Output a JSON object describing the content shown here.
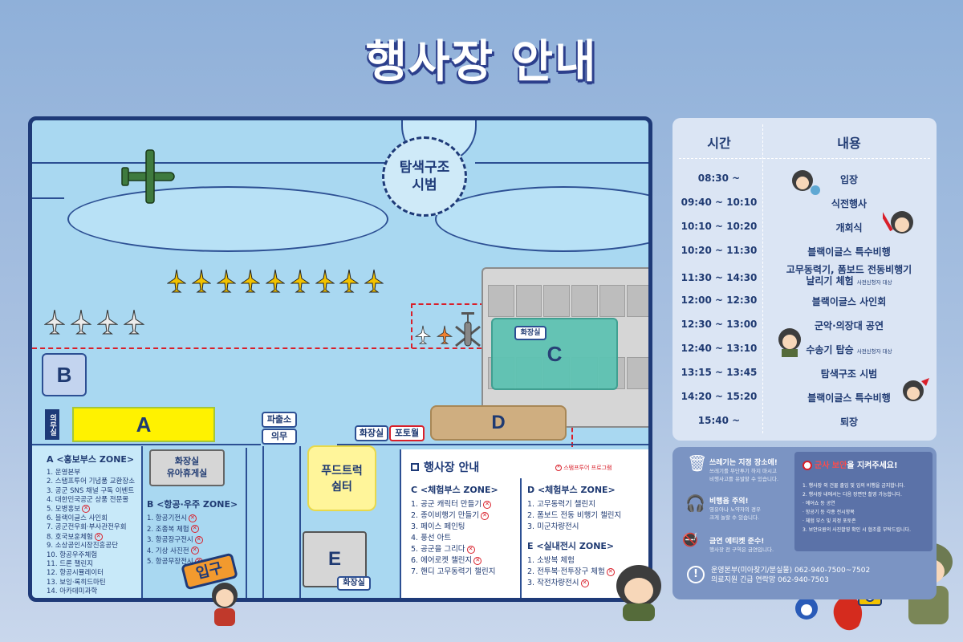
{
  "title": "행사장 안내",
  "map": {
    "search_rescue": [
      "탐색구조",
      "시범"
    ],
    "zone_a": "A",
    "zone_b": "B",
    "zone_c": "C",
    "zone_d": "D",
    "zone_e": "E",
    "jeomgeomsil": "의무실",
    "pachulso": "파출소",
    "uimu": "의무",
    "restroom_c": "화장실",
    "restroom_d": "화장실",
    "photowall": "포토월",
    "restroom_e": "화장실",
    "nursing": [
      "화장실",
      "유아휴게실"
    ],
    "foodtruck": [
      "푸드트럭",
      "쉼터"
    ],
    "entrance": "입구",
    "zone_a_title": "A <홍보부스 ZONE>",
    "zone_a_items": [
      "1. 운영본부",
      "2. 스탬프투어 기념품 교환장소",
      "3. 공군 SNS 채널 구독 이벤트",
      "4. 대한민국공군 상품 전문몰",
      "5. 모병홍보",
      "6. 블랙이글스 사인회",
      "7. 공군전우회·부사관전우회",
      "8. 호국보훈체험",
      "9. 소상공인시장진흥공단",
      "10. 항공우주체험",
      "11. 드론 챌린지",
      "12. 항공시뮬레이터",
      "13. 보잉·록히드마틴",
      "14. 아카데미과학"
    ],
    "zone_b_title": "B <항공·우주 ZONE>",
    "zone_b_items": [
      "1. 항공기전시",
      "2. 조종복 체험",
      "3. 항공장구전시",
      "4. 기상 사진전",
      "5. 항공무장전시"
    ],
    "guide_title": "행사장 안내",
    "stamp_note": "스탬프투어 프로그램",
    "zone_c_title": "C <체험부스 ZONE>",
    "zone_c_items": [
      "1. 공군 캐릭터 만들기",
      "2. 종이비행기 만들기",
      "3. 페이스 페인팅",
      "4. 풍선 아트",
      "5. 공군을 그리다",
      "6. 에어로켓 챌린지",
      "7. 핸디 고무동력기 챌린지"
    ],
    "zone_d_title": "D <체험부스 ZONE>",
    "zone_d_items": [
      "1. 고무동력기 챌린지",
      "2. 폼보드 전동 비행기 챌린지",
      "3. 미군차량전시"
    ],
    "zone_e_title": "E <실내전시 ZONE>",
    "zone_e_items": [
      "1. 소방복 체험",
      "2. 전투복·전투장구 체험",
      "3. 작전차량전시"
    ]
  },
  "schedule": {
    "time_header": "시간",
    "content_header": "내용",
    "rows": [
      {
        "time": "08:30 ~",
        "content": "입장",
        "note": ""
      },
      {
        "time": "09:40 ~ 10:10",
        "content": "식전행사",
        "note": ""
      },
      {
        "time": "10:10 ~ 10:20",
        "content": "개회식",
        "note": ""
      },
      {
        "time": "10:20 ~ 11:30",
        "content": "블랙이글스 특수비행",
        "note": ""
      },
      {
        "time": "11:30 ~ 14:30",
        "content": "고무동력기, 폼보드 전동비행기 날리기 체험",
        "note": "사전신청자 대상"
      },
      {
        "time": "12:00 ~ 12:30",
        "content": "블랙이글스 사인회",
        "note": ""
      },
      {
        "time": "12:30 ~ 13:00",
        "content": "군악·의장대 공연",
        "note": ""
      },
      {
        "time": "12:40 ~ 13:10",
        "content": "수송기 탑승",
        "note": "사전신청자 대상"
      },
      {
        "time": "13:15 ~ 13:45",
        "content": "탐색구조 시범",
        "note": ""
      },
      {
        "time": "14:20 ~ 15:20",
        "content": "블랙이글스 특수비행",
        "note": ""
      },
      {
        "time": "15:40 ~",
        "content": "퇴장",
        "note": ""
      }
    ]
  },
  "info": {
    "trash_head": "쓰레기는 지정 장소에!",
    "trash_sub": [
      "쓰레기를 무단투기 하지 마시고",
      "비행사고를 유발할 수 있습니다."
    ],
    "noise_head": "비행음 주의!",
    "noise_sub": [
      "영유아나 노약자의 경우",
      "크게 놀랄 수 있습니다."
    ],
    "smoke_head": "금연 에티켓 준수!",
    "smoke_sub": [
      "행사장 전 구역은 금연입니다."
    ],
    "security_title_pre": "군사 보안",
    "security_title_post": "을 지켜주세요!",
    "security_lines": [
      "1. 행사장 외 건물 출입 및 임의 비행을 금지합니다.",
      "2. 행사장 내에서는 다음 장면만 촬영 가능합니다.",
      "· 에어쇼 등 공연",
      "· 항공기 등 각종 전시항목",
      "· 체험 부스 및 지정 포토존",
      "3. 보안요원의 사진촬영 확인 시 협조를 부탁드립니다."
    ],
    "contact_line1": "운영본부(미아찾기/분실물) 062-940-7500~7502",
    "contact_line2": "의료지원 긴급 연락망 062-940-7503"
  },
  "colors": {
    "navy": "#1e3a78",
    "map_bg": "#a9d8f1",
    "zone_a": "#fff200",
    "zone_c": "#5ec3b3",
    "zone_d": "#cfae80",
    "red": "#d91f2a",
    "foodtruck": "#fff59a"
  }
}
